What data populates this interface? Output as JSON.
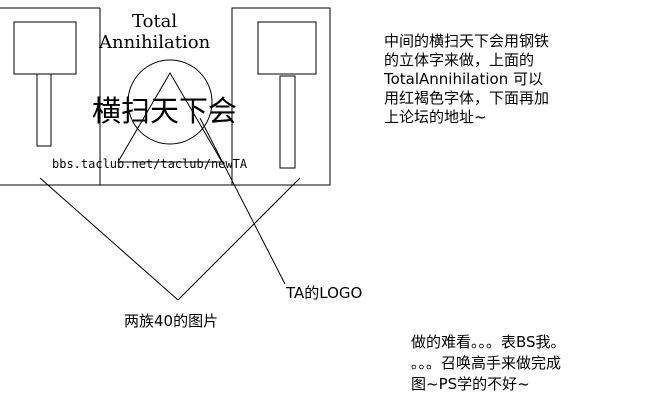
{
  "colors": {
    "line": "#000000",
    "background": "#ffffff"
  },
  "logo_text": {
    "title_line1": "Total",
    "title_line2": "Annihilation",
    "chinese_title": "横扫天下会",
    "url": "bbs.taclub.net/taclub/newTA"
  },
  "labels": {
    "ta_logo": "TA的LOGO",
    "two_factions": "两族40的图片"
  },
  "notes": {
    "top_right": "中间的横扫天下会用钢铁\n的立体字来做，上面的\nTotalAnnihilation 可以\n用红褐色字体，下面再加\n上论坛的地址~",
    "bottom_right": "做的难看。。。表BS我。\n。。。召唤高手来做完成\n图~PS学的不好~"
  }
}
